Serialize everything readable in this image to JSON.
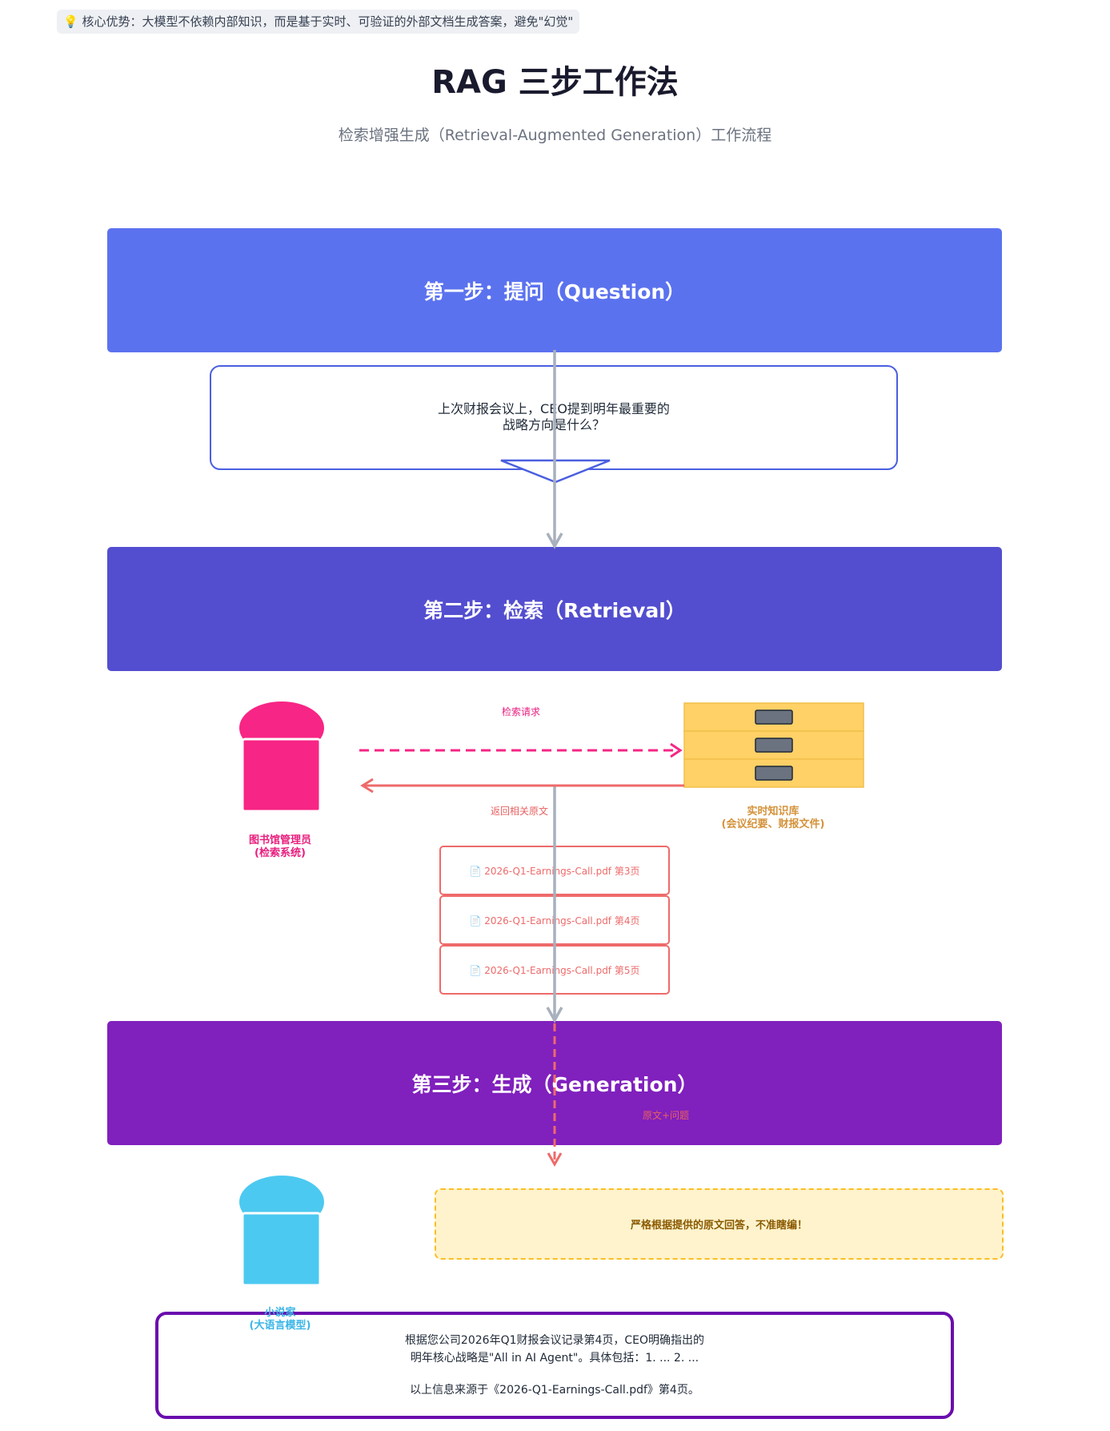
{
  "note": "💡 核心优势：大模型不依赖内部知识，而是基于实时、可验证的外部文档生成答案，避免\"幻觉\"",
  "title": "RAG 三步工作法",
  "subtitle": "检索增强生成（Retrieval-Augmented Generation）工作流程",
  "steps": [
    {
      "label": "第一步：提问（Question）"
    },
    {
      "label": "第二步：检索（Retrieval）"
    },
    {
      "label": "第三步：生成（Generation）"
    }
  ],
  "question": {
    "line1": "上次财报会议上，CEO提到明年最重要的",
    "line2": "战略方向是什么？"
  },
  "librarian": {
    "line1": "图书馆管理员",
    "line2": "(检索系统)"
  },
  "knowledge_base": {
    "line1": "实时知识库",
    "line2": "(会议纪要、财报文件)"
  },
  "arrows": {
    "search_request": "检索请求",
    "return_docs": "返回相关原文",
    "context_question": "原文+问题"
  },
  "docs": [
    "📄 2026-Q1-Earnings-Call.pdf 第3页",
    "📄 2026-Q1-Earnings-Call.pdf 第4页",
    "📄 2026-Q1-Earnings-Call.pdf 第5页"
  ],
  "writer": {
    "line1": "小说家",
    "line2": "(大语言模型)"
  },
  "instruction": "严格根据提供的原文回答，不准瞎编！",
  "answer": {
    "line1": "根据您公司2026年Q1财报会议记录第4页，CEO明确指出的",
    "line2": "明年核心战略是\"All in AI Agent\"。具体包括：1. ... 2. ...",
    "line3": "以上信息来源于《2026-Q1-Earnings-Call.pdf》第4页。"
  },
  "colors": {
    "step1": "#5b72ef",
    "step2": "#534ecf",
    "step3": "#8020bd",
    "librarian": "#f72585",
    "knowledge_base": "#ffd166",
    "writer": "#4cc9f0",
    "accent_red": "#ee6a6a"
  }
}
